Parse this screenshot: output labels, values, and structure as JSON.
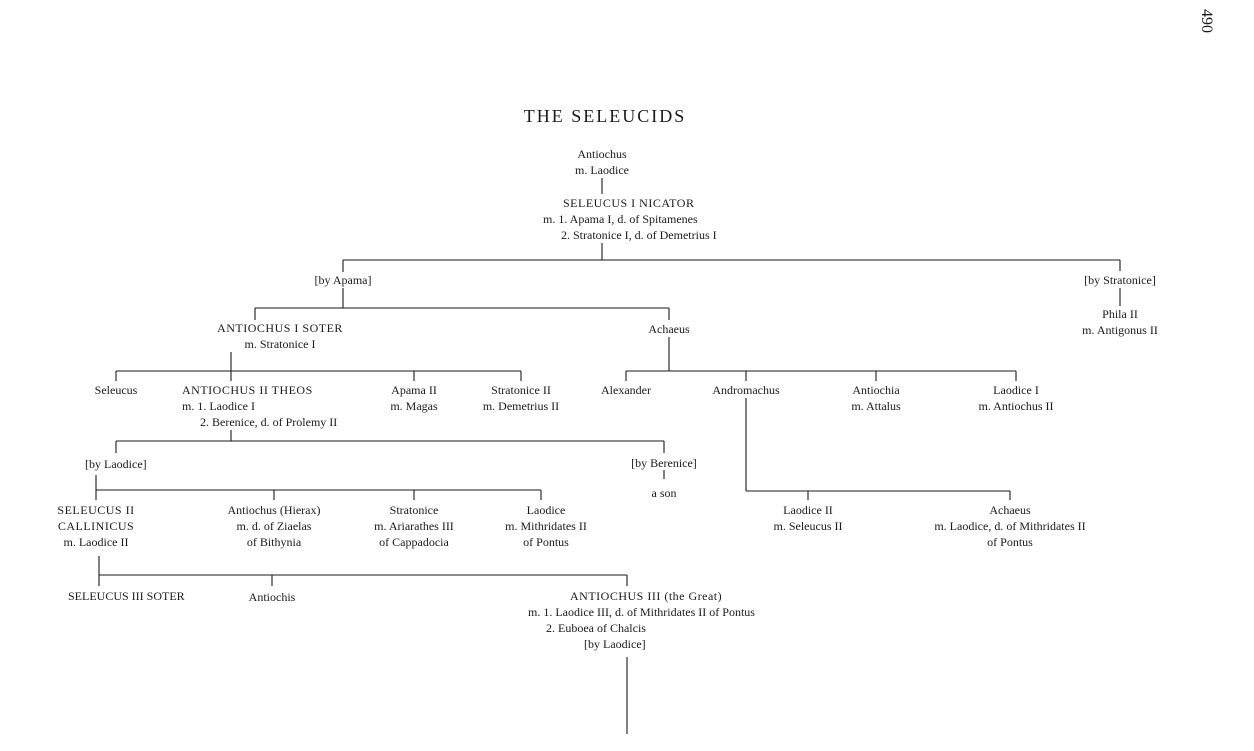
{
  "page_number": "490",
  "title": "THE SELEUCIDS",
  "nodes": {
    "antiochus_root": [
      "Antiochus",
      "m. Laodice"
    ],
    "seleucus_i": [
      "SELEUCUS I NICATOR",
      "m. 1. Apama I, d. of Spitamenes",
      "2. Stratonice I, d. of Demetrius I"
    ],
    "by_apama": [
      "[by Apama]"
    ],
    "by_stratonice": [
      "[by Stratonice]"
    ],
    "phila": [
      "Phila II",
      "m. Antigonus II"
    ],
    "antiochus_i": [
      "ANTIOCHUS I SOTER",
      "m. Stratonice I"
    ],
    "achaeus_1": [
      "Achaeus"
    ],
    "seleucus_son": [
      "Seleucus"
    ],
    "antiochus_ii": [
      "ANTIOCHUS II THEOS",
      "m. 1. Laodice I",
      "2. Berenice, d. of Prolemy II"
    ],
    "apama_ii": [
      "Apama II",
      "m. Magas"
    ],
    "stratonice_ii": [
      "Stratonice II",
      "m. Demetrius II"
    ],
    "alexander": [
      "Alexander"
    ],
    "andromachus": [
      "Andromachus"
    ],
    "antiochia": [
      "Antiochia",
      "m. Attalus"
    ],
    "laodice_i": [
      "Laodice I",
      "m. Antiochus II"
    ],
    "by_laodice_1": [
      "[by Laodice]"
    ],
    "by_berenice": [
      "[by Berenice]",
      "a son"
    ],
    "seleucus_ii": [
      "SELEUCUS II",
      "CALLINICUS",
      "m. Laodice II"
    ],
    "hierax": [
      "Antiochus (Hierax)",
      "m. d. of Ziaelas",
      "of Bithynia"
    ],
    "stratonice_3": [
      "Stratonice",
      "m. Ariarathes III",
      "of Cappadocia"
    ],
    "laodice_3": [
      "Laodice",
      "m. Mithridates II",
      "of Pontus"
    ],
    "laodice_ii": [
      "Laodice II",
      "m. Seleucus II"
    ],
    "achaeus_2": [
      "Achaeus",
      "m. Laodice, d. of Mithridates II",
      "of Pontus"
    ],
    "seleucus_iii": [
      "SELEUCUS III SOTER"
    ],
    "antiochis": [
      "Antiochis"
    ],
    "antiochus_iii": [
      "ANTIOCHUS III (the Great)",
      "m. 1. Laodice III, d. of Mithridates II of Pontus",
      "2. Euboea of Chalcis",
      "[by Laodice]"
    ]
  }
}
